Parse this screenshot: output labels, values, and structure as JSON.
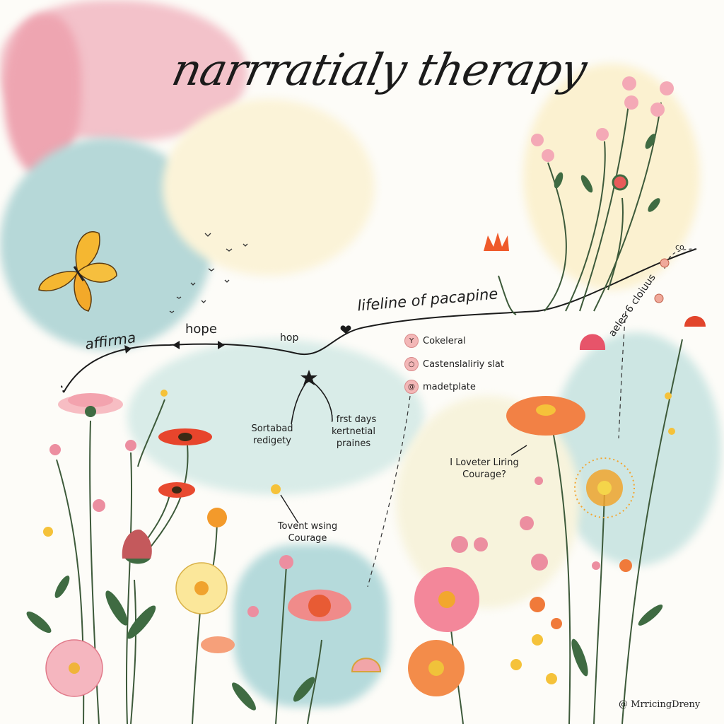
{
  "title": "narrratialy therapy",
  "lifeline": {
    "label": "lifeline of pacapine",
    "points": {
      "affirma": "affirma",
      "hope": "hope",
      "hop": "hop"
    }
  },
  "legend": {
    "items": [
      {
        "icon": "key-icon",
        "glyph": "Υ",
        "label": "Cokeleral"
      },
      {
        "icon": "ring-icon",
        "glyph": "○",
        "label": "Castenslaliriy slat"
      },
      {
        "icon": "spiral-icon",
        "glyph": "@",
        "label": "madetplate"
      }
    ]
  },
  "annotations": {
    "star_left": "Sortabad redigety",
    "star_right": "I frst days kertnetial praines",
    "courage_left": "Tovent wsing Courage",
    "courage_right": "I Loveter Liring Courage?",
    "vertical_text": "aeles 6 cloiuus",
    "trail_text": "co"
  },
  "credit": "@ MrricingDreny",
  "colors": {
    "pink_wash": "#f1b3bd",
    "teal_wash": "#a9d1d3",
    "cream_wash": "#faf1cf",
    "ink": "#1b1b1b",
    "stem": "#3d5a3a",
    "orange": "#f07a3a",
    "red": "#e2452c",
    "yellow": "#f5c23a"
  }
}
